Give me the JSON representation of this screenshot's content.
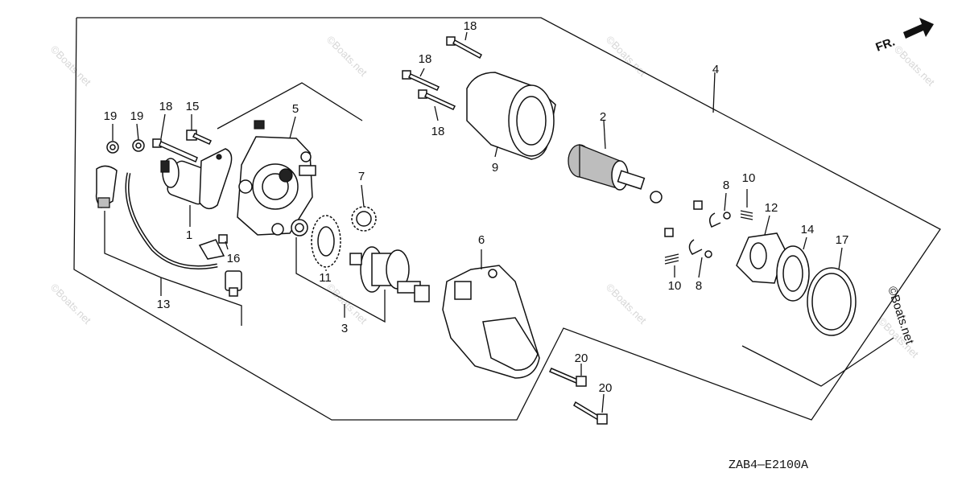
{
  "diagram": {
    "drawing_code": "ZAB4—E2100A",
    "orientation_label": "FR.",
    "watermark_text": "©Boats.net",
    "callouts": {
      "c1": "1",
      "c2": "2",
      "c3": "3",
      "c4": "4",
      "c5": "5",
      "c6": "6",
      "c7": "7",
      "c8a": "8",
      "c8b": "8",
      "c9": "9",
      "c10a": "10",
      "c10b": "10",
      "c11": "11",
      "c12": "12",
      "c13": "13",
      "c14": "14",
      "c15": "15",
      "c16": "16",
      "c17": "17",
      "c18a": "18",
      "c18b": "18",
      "c18c": "18",
      "c18d": "18",
      "c19a": "19",
      "c19b": "19",
      "c20a": "20",
      "c20b": "20"
    }
  }
}
